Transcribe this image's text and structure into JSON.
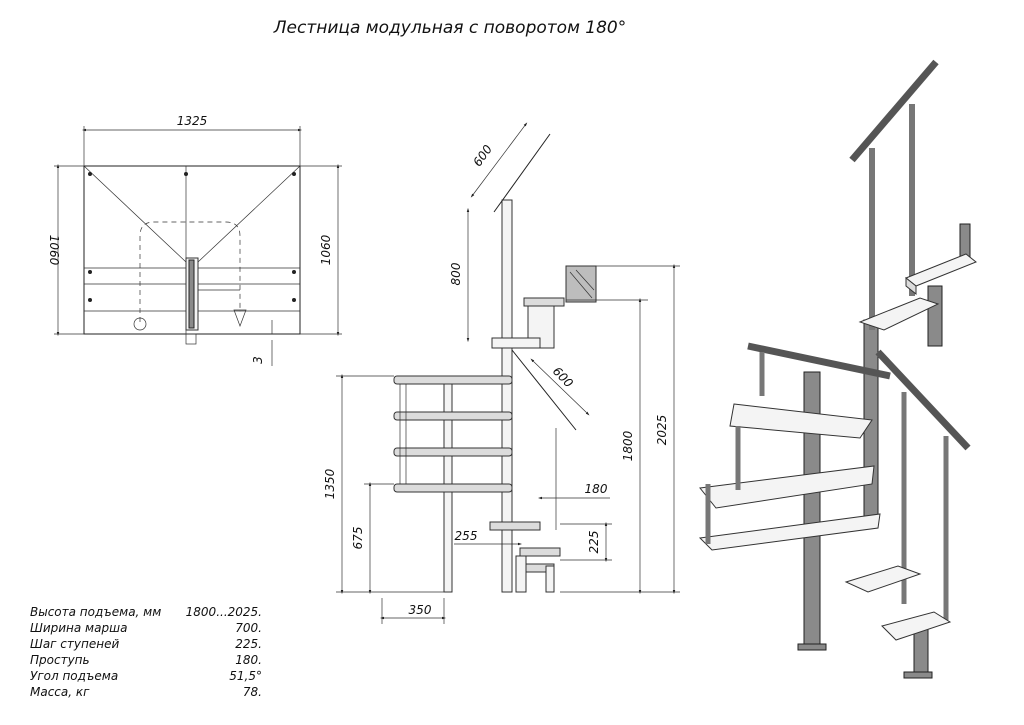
{
  "title": "Лестница модульная с поворотом 180°",
  "dimensions": {
    "plan_width": "1325",
    "plan_height_left": "1060",
    "plan_height_right": "1060",
    "plan_offset": "3",
    "rail_top": "600",
    "rail_height": "800",
    "rail_mid": "600",
    "height_1800": "1800",
    "height_2025": "2025",
    "height_1350": "1350",
    "height_675": "675",
    "tread_180": "180",
    "step_225": "225",
    "support_255": "255",
    "post_350": "350"
  },
  "specs": [
    {
      "label": "Высота подъема, мм",
      "value": "1800...2025."
    },
    {
      "label": "Ширина марша",
      "value": "700."
    },
    {
      "label": "Шаг ступеней",
      "value": "225."
    },
    {
      "label": "Проступь",
      "value": "180."
    },
    {
      "label": "Угол подъема",
      "value": "51,5°"
    },
    {
      "label": "Масса, кг",
      "value": "78."
    }
  ],
  "colors": {
    "line": "#222222",
    "fill": "#dcdcdc",
    "post": "#8a8a8a"
  }
}
